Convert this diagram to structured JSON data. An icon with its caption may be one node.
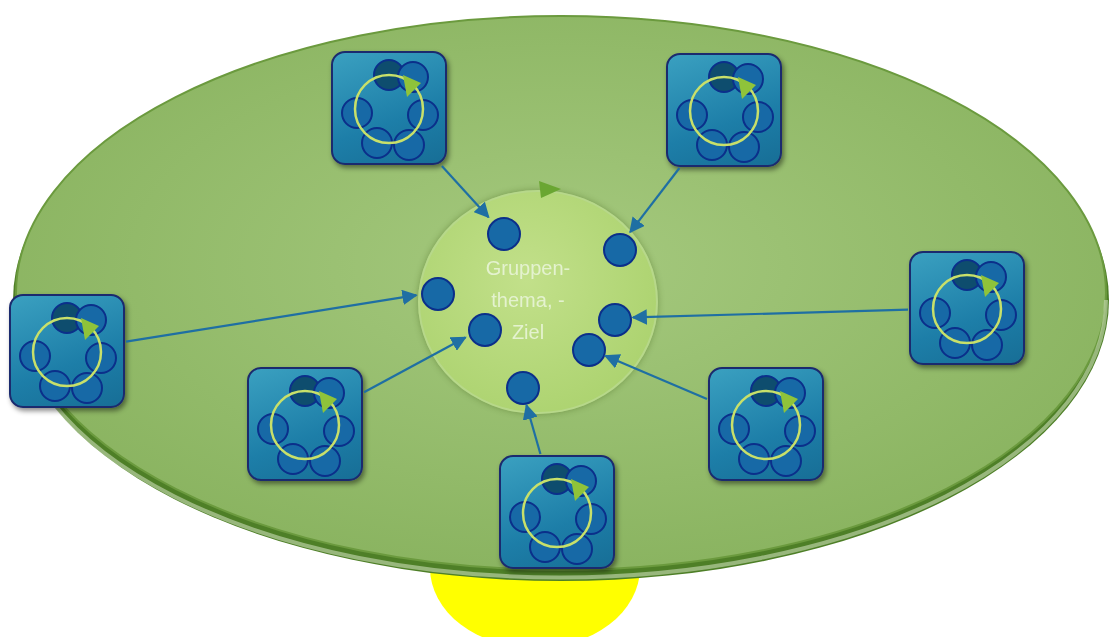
{
  "diagram": {
    "nodes": [
      {
        "text": [
          "Gruppen- thema, -Ziel"
        ]
      },
      {
        "text": [],
        "shape": "circle",
        "in": 0
      },
      {
        "text": [],
        "shape": "circle",
        "in": 0
      },
      {
        "text": [],
        "shape": "circle",
        "in": 0
      },
      {
        "text": [],
        "shape": "circle",
        "in": 0
      },
      {
        "text": [],
        "shape": "circle",
        "in": 0
      },
      {
        "text": [],
        "shape": "circle",
        "in": 0
      },
      {
        "text": [],
        "shape": "circle",
        "in": 0
      },
      {
        "text": [],
        "shape": "box"
      },
      {
        "text": [],
        "shape": "box"
      },
      {
        "text": [],
        "shape": "box"
      },
      {
        "text": [],
        "shape": "box"
      },
      {
        "text": [],
        "shape": "box"
      },
      {
        "text": [],
        "shape": "box"
      },
      {
        "text": [],
        "shape": "box"
      }
    ],
    "edges": [
      {
        "from": 8,
        "to": 1,
        "arrow": "to"
      },
      {
        "from": 9,
        "to": 2,
        "arrow": "to"
      },
      {
        "from": 10,
        "to": 4,
        "arrow": "to"
      },
      {
        "from": 11,
        "to": 3,
        "arrow": "to"
      },
      {
        "from": 12,
        "to": 5,
        "arrow": "to"
      },
      {
        "from": 13,
        "to": 6,
        "arrow": "to"
      },
      {
        "from": 14,
        "to": 7,
        "arrow": "to"
      }
    ]
  }
}
